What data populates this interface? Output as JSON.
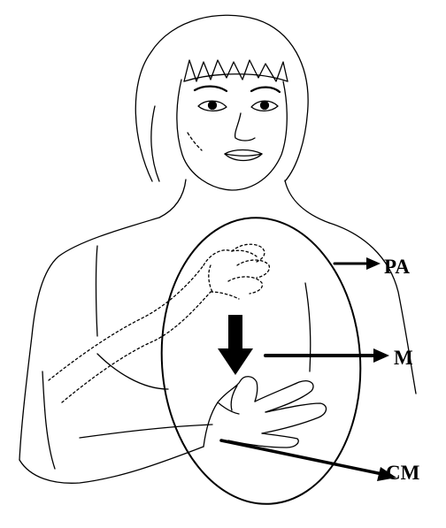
{
  "labels": {
    "pa": "PA",
    "m": "M",
    "cm": "CM"
  },
  "colors": {
    "ink": "#000000",
    "paper": "#ffffff"
  }
}
